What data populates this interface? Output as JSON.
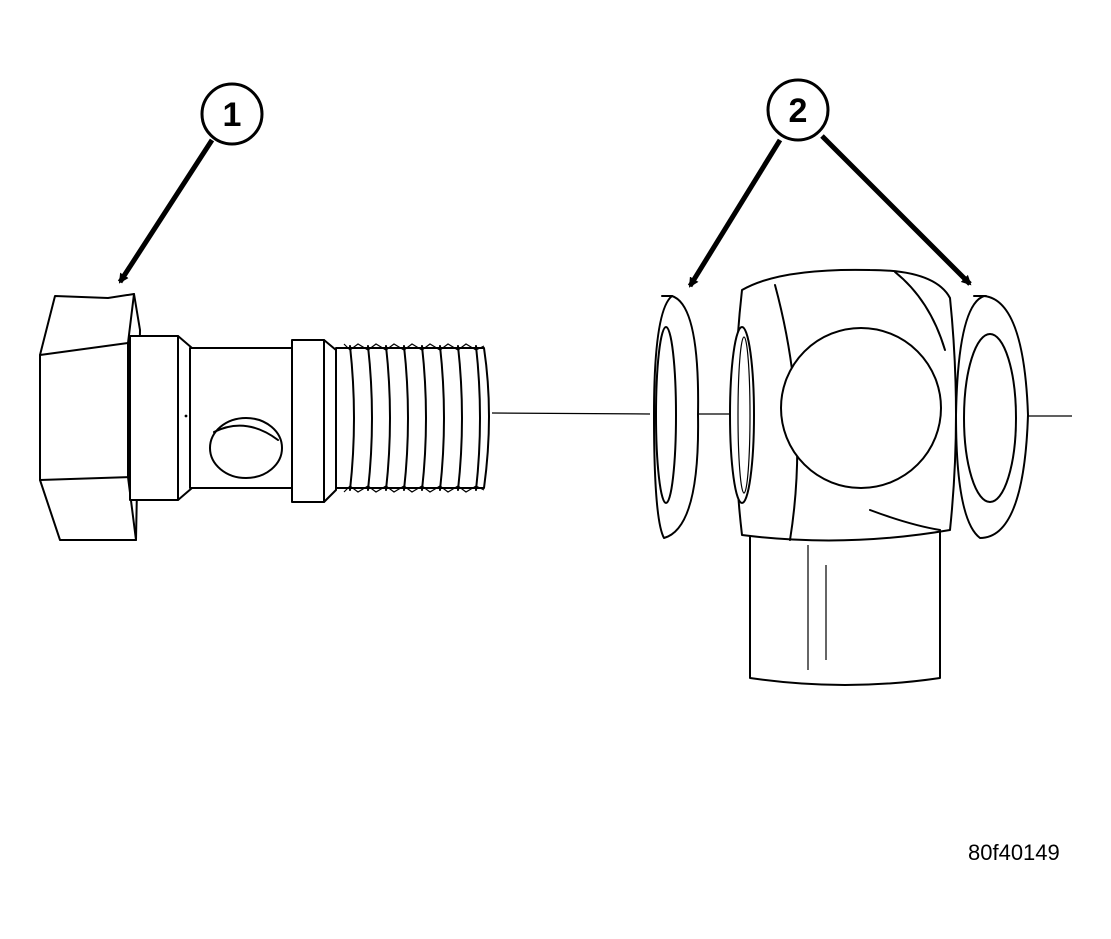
{
  "callouts": [
    {
      "id": "1",
      "label": "1"
    },
    {
      "id": "2",
      "label": "2"
    }
  ],
  "figure_id": "80f40149"
}
